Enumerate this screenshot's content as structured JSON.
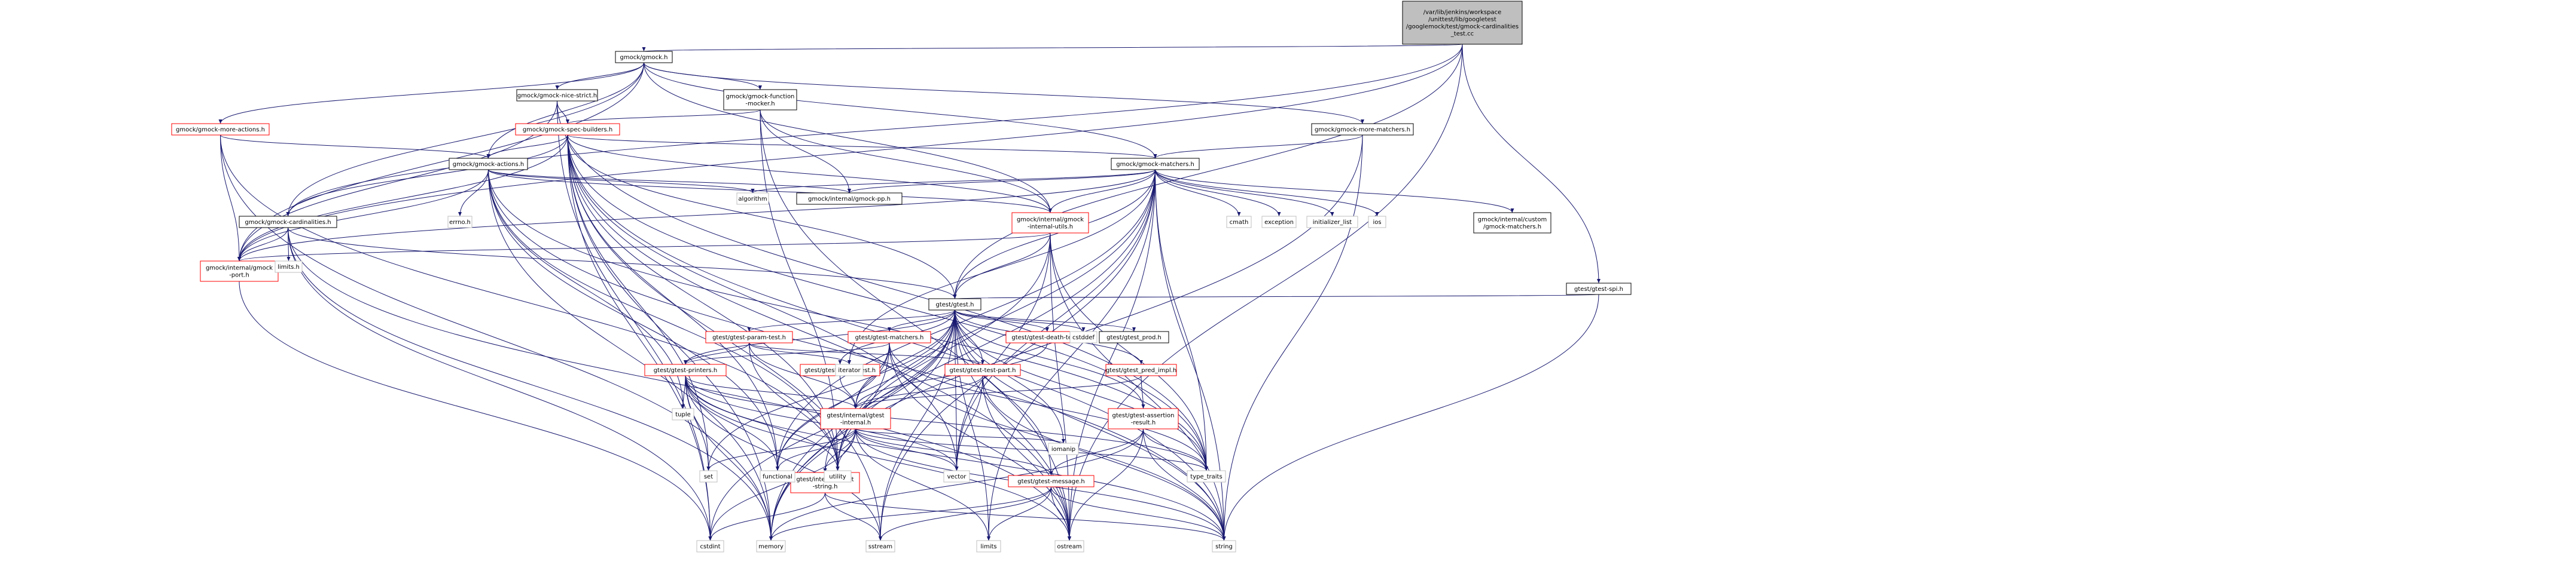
{
  "chart_data": {
    "type": "diagram",
    "title": "",
    "colors": {
      "root_fill": "#bfbfbf",
      "node_fill": "#ffffff",
      "node_border": "#000000",
      "partial_border": "#ff0000",
      "system_border": "#bfbfbf",
      "edge": "#191970",
      "text": "#000000",
      "system_text": "#000000"
    },
    "nodes": [
      {
        "id": "root",
        "lines": [
          "/var/lib/jenkins/workspace",
          "/unittest/lib/googletest",
          "/googlemock/test/gmock-cardinalities",
          "_test.cc"
        ],
        "kind": "root"
      },
      {
        "id": "gmock",
        "lines": [
          "gmock/gmock.h"
        ],
        "kind": "normal"
      },
      {
        "id": "gtest_spi",
        "lines": [
          "gtest/gtest-spi.h"
        ],
        "kind": "normal"
      },
      {
        "id": "nice_strict",
        "lines": [
          "gmock/gmock-nice-strict.h"
        ],
        "kind": "normal"
      },
      {
        "id": "fn_mocker",
        "lines": [
          "gmock/gmock-function",
          "-mocker.h"
        ],
        "kind": "normal"
      },
      {
        "id": "more_actions",
        "lines": [
          "gmock/gmock-more-actions.h"
        ],
        "kind": "partial"
      },
      {
        "id": "more_matchers",
        "lines": [
          "gmock/gmock-more-matchers.h"
        ],
        "kind": "normal"
      },
      {
        "id": "spec_builders",
        "lines": [
          "gmock/gmock-spec-builders.h"
        ],
        "kind": "partial"
      },
      {
        "id": "actions",
        "lines": [
          "gmock/gmock-actions.h"
        ],
        "kind": "normal"
      },
      {
        "id": "matchers",
        "lines": [
          "gmock/gmock-matchers.h"
        ],
        "kind": "normal"
      },
      {
        "id": "cardinalities",
        "lines": [
          "gmock/gmock-cardinalities.h"
        ],
        "kind": "normal"
      },
      {
        "id": "gmock_pp",
        "lines": [
          "gmock/internal/gmock-pp.h"
        ],
        "kind": "normal"
      },
      {
        "id": "internal_utils",
        "lines": [
          "gmock/internal/gmock",
          "-internal-utils.h"
        ],
        "kind": "partial"
      },
      {
        "id": "gmock_port",
        "lines": [
          "gmock/internal/gmock",
          "-port.h"
        ],
        "kind": "partial"
      },
      {
        "id": "custom_matchers",
        "lines": [
          "gmock/internal/custom",
          "/gmock-matchers.h"
        ],
        "kind": "normal"
      },
      {
        "id": "gtest",
        "lines": [
          "gtest/gtest.h"
        ],
        "kind": "normal"
      },
      {
        "id": "param_test",
        "lines": [
          "gtest/gtest-param-test.h"
        ],
        "kind": "partial"
      },
      {
        "id": "gtest_matchers",
        "lines": [
          "gtest/gtest-matchers.h"
        ],
        "kind": "partial"
      },
      {
        "id": "death_test",
        "lines": [
          "gtest/gtest-death-test.h"
        ],
        "kind": "partial"
      },
      {
        "id": "gtest_prod",
        "lines": [
          "gtest/gtest_prod.h"
        ],
        "kind": "normal"
      },
      {
        "id": "test_part",
        "lines": [
          "gtest/gtest-test-part.h"
        ],
        "kind": "partial"
      },
      {
        "id": "pred_impl",
        "lines": [
          "gtest/gtest_pred_impl.h"
        ],
        "kind": "partial"
      },
      {
        "id": "printers",
        "lines": [
          "gtest/gtest-printers.h"
        ],
        "kind": "partial"
      },
      {
        "id": "typed_test",
        "lines": [
          "gtest/gtest-typed-test.h"
        ],
        "kind": "partial"
      },
      {
        "id": "gtest_internal",
        "lines": [
          "gtest/internal/gtest",
          "-internal.h"
        ],
        "kind": "partial"
      },
      {
        "id": "assertion_result",
        "lines": [
          "gtest/gtest-assertion",
          "-result.h"
        ],
        "kind": "partial"
      },
      {
        "id": "gtest_string",
        "lines": [
          "gtest/internal/gtest",
          "-string.h"
        ],
        "kind": "partial"
      },
      {
        "id": "gtest_message",
        "lines": [
          "gtest/gtest-message.h"
        ],
        "kind": "partial"
      },
      {
        "id": "errno",
        "lines": [
          "errno.h"
        ],
        "kind": "system"
      },
      {
        "id": "algorithm",
        "lines": [
          "algorithm"
        ],
        "kind": "system"
      },
      {
        "id": "cmath",
        "lines": [
          "cmath"
        ],
        "kind": "system"
      },
      {
        "id": "exception",
        "lines": [
          "exception"
        ],
        "kind": "system"
      },
      {
        "id": "initializer_list",
        "lines": [
          "initializer_list"
        ],
        "kind": "system"
      },
      {
        "id": "ios",
        "lines": [
          "ios"
        ],
        "kind": "system"
      },
      {
        "id": "limits_h",
        "lines": [
          "limits.h"
        ],
        "kind": "system"
      },
      {
        "id": "cstddef",
        "lines": [
          "cstddef"
        ],
        "kind": "system"
      },
      {
        "id": "iterator",
        "lines": [
          "iterator"
        ],
        "kind": "system"
      },
      {
        "id": "tuple",
        "lines": [
          "tuple"
        ],
        "kind": "system"
      },
      {
        "id": "set",
        "lines": [
          "set"
        ],
        "kind": "system"
      },
      {
        "id": "functional",
        "lines": [
          "functional"
        ],
        "kind": "system"
      },
      {
        "id": "utility",
        "lines": [
          "utility"
        ],
        "kind": "system"
      },
      {
        "id": "vector",
        "lines": [
          "vector"
        ],
        "kind": "system"
      },
      {
        "id": "iomanip",
        "lines": [
          "iomanip"
        ],
        "kind": "system"
      },
      {
        "id": "type_traits",
        "lines": [
          "type_traits"
        ],
        "kind": "system"
      },
      {
        "id": "cstdint",
        "lines": [
          "cstdint"
        ],
        "kind": "system"
      },
      {
        "id": "memory",
        "lines": [
          "memory"
        ],
        "kind": "system"
      },
      {
        "id": "sstream",
        "lines": [
          "sstream"
        ],
        "kind": "system"
      },
      {
        "id": "limits",
        "lines": [
          "limits"
        ],
        "kind": "system"
      },
      {
        "id": "ostream",
        "lines": [
          "ostream"
        ],
        "kind": "system"
      },
      {
        "id": "string",
        "lines": [
          "string"
        ],
        "kind": "system"
      }
    ],
    "edges": [
      [
        "root",
        "gmock"
      ],
      [
        "root",
        "gtest_spi"
      ],
      [
        "root",
        "gmock_port"
      ],
      [
        "root",
        "cardinalities"
      ],
      [
        "root",
        "ostream"
      ],
      [
        "root",
        "gtest"
      ],
      [
        "gmock",
        "nice_strict"
      ],
      [
        "gmock",
        "fn_mocker"
      ],
      [
        "gmock",
        "more_actions"
      ],
      [
        "gmock",
        "more_matchers"
      ],
      [
        "gmock",
        "actions"
      ],
      [
        "gmock",
        "matchers"
      ],
      [
        "gmock",
        "cardinalities"
      ],
      [
        "gmock",
        "internal_utils"
      ],
      [
        "gmock",
        "gmock_port"
      ],
      [
        "gtest_spi",
        "gtest"
      ],
      [
        "gtest_spi",
        "string"
      ],
      [
        "nice_strict",
        "spec_builders"
      ],
      [
        "nice_strict",
        "gmock_port"
      ],
      [
        "nice_strict",
        "cstdint"
      ],
      [
        "nice_strict",
        "type_traits"
      ],
      [
        "fn_mocker",
        "spec_builders"
      ],
      [
        "fn_mocker",
        "internal_utils"
      ],
      [
        "fn_mocker",
        "gmock_pp"
      ],
      [
        "fn_mocker",
        "utility"
      ],
      [
        "fn_mocker",
        "ostream"
      ],
      [
        "more_actions",
        "actions"
      ],
      [
        "more_actions",
        "gmock_port"
      ],
      [
        "more_actions",
        "memory"
      ],
      [
        "more_actions",
        "utility"
      ],
      [
        "more_matchers",
        "matchers"
      ],
      [
        "more_matchers",
        "memory"
      ],
      [
        "more_matchers",
        "string"
      ],
      [
        "spec_builders",
        "actions"
      ],
      [
        "spec_builders",
        "cardinalities"
      ],
      [
        "spec_builders",
        "matchers"
      ],
      [
        "spec_builders",
        "internal_utils"
      ],
      [
        "spec_builders",
        "gmock_port"
      ],
      [
        "spec_builders",
        "gtest"
      ],
      [
        "spec_builders",
        "cstdint"
      ],
      [
        "spec_builders",
        "functional"
      ],
      [
        "spec_builders",
        "memory"
      ],
      [
        "spec_builders",
        "set"
      ],
      [
        "spec_builders",
        "sstream"
      ],
      [
        "spec_builders",
        "string"
      ],
      [
        "spec_builders",
        "type_traits"
      ],
      [
        "spec_builders",
        "utility"
      ],
      [
        "spec_builders",
        "vector"
      ],
      [
        "spec_builders",
        "ostream"
      ],
      [
        "actions",
        "errno"
      ],
      [
        "actions",
        "algorithm"
      ],
      [
        "actions",
        "functional"
      ],
      [
        "actions",
        "memory"
      ],
      [
        "actions",
        "string"
      ],
      [
        "actions",
        "tuple"
      ],
      [
        "actions",
        "type_traits"
      ],
      [
        "actions",
        "utility"
      ],
      [
        "actions",
        "internal_utils"
      ],
      [
        "actions",
        "gmock_port"
      ],
      [
        "actions",
        "gmock_pp"
      ],
      [
        "matchers",
        "algorithm"
      ],
      [
        "matchers",
        "cmath"
      ],
      [
        "matchers",
        "exception"
      ],
      [
        "matchers",
        "functional"
      ],
      [
        "matchers",
        "initializer_list"
      ],
      [
        "matchers",
        "ios"
      ],
      [
        "matchers",
        "iterator"
      ],
      [
        "matchers",
        "limits"
      ],
      [
        "matchers",
        "memory"
      ],
      [
        "matchers",
        "ostream"
      ],
      [
        "matchers",
        "sstream"
      ],
      [
        "matchers",
        "string"
      ],
      [
        "matchers",
        "type_traits"
      ],
      [
        "matchers",
        "utility"
      ],
      [
        "matchers",
        "vector"
      ],
      [
        "matchers",
        "internal_utils"
      ],
      [
        "matchers",
        "gmock_port"
      ],
      [
        "matchers",
        "gmock_pp"
      ],
      [
        "matchers",
        "gtest"
      ],
      [
        "matchers",
        "custom_matchers"
      ],
      [
        "cardinalities",
        "limits_h"
      ],
      [
        "cardinalities",
        "cstdint"
      ],
      [
        "cardinalities",
        "memory"
      ],
      [
        "cardinalities",
        "ostream"
      ],
      [
        "cardinalities",
        "gmock_port"
      ],
      [
        "cardinalities",
        "gtest"
      ],
      [
        "internal_utils",
        "gmock_port"
      ],
      [
        "internal_utils",
        "gtest"
      ],
      [
        "internal_utils",
        "ostream"
      ],
      [
        "internal_utils",
        "string"
      ],
      [
        "internal_utils",
        "type_traits"
      ],
      [
        "internal_utils",
        "vector"
      ],
      [
        "internal_utils",
        "utility"
      ],
      [
        "gmock_port",
        "cstdint"
      ],
      [
        "gtest",
        "cstddef"
      ],
      [
        "gtest",
        "cstdint"
      ],
      [
        "gtest",
        "iomanip"
      ],
      [
        "gtest",
        "limits"
      ],
      [
        "gtest",
        "memory"
      ],
      [
        "gtest",
        "ostream"
      ],
      [
        "gtest",
        "set"
      ],
      [
        "gtest",
        "sstream"
      ],
      [
        "gtest",
        "string"
      ],
      [
        "gtest",
        "type_traits"
      ],
      [
        "gtest",
        "vector"
      ],
      [
        "gtest",
        "assertion_result"
      ],
      [
        "gtest",
        "death_test"
      ],
      [
        "gtest",
        "gtest_matchers"
      ],
      [
        "gtest",
        "gtest_message"
      ],
      [
        "gtest",
        "param_test"
      ],
      [
        "gtest",
        "printers"
      ],
      [
        "gtest",
        "test_part"
      ],
      [
        "gtest",
        "typed_test"
      ],
      [
        "gtest",
        "gtest_prod"
      ],
      [
        "gtest",
        "pred_impl"
      ],
      [
        "gtest",
        "gtest_internal"
      ],
      [
        "gtest",
        "gtest_string"
      ],
      [
        "gtest",
        "functional"
      ],
      [
        "gtest",
        "utility"
      ],
      [
        "param_test",
        "iterator"
      ],
      [
        "param_test",
        "utility"
      ],
      [
        "param_test",
        "gtest_internal"
      ],
      [
        "param_test",
        "printers"
      ],
      [
        "param_test",
        "test_part"
      ],
      [
        "gtest_matchers",
        "functional"
      ],
      [
        "gtest_matchers",
        "memory"
      ],
      [
        "gtest_matchers",
        "ostream"
      ],
      [
        "gtest_matchers",
        "string"
      ],
      [
        "gtest_matchers",
        "type_traits"
      ],
      [
        "gtest_matchers",
        "printers"
      ],
      [
        "gtest_matchers",
        "gtest_internal"
      ],
      [
        "death_test",
        "gtest_internal"
      ],
      [
        "test_part",
        "iosfwd_skip"
      ],
      [
        "test_part",
        "ostream"
      ],
      [
        "test_part",
        "string"
      ],
      [
        "test_part",
        "vector"
      ],
      [
        "test_part",
        "gtest_internal"
      ],
      [
        "pred_impl",
        "assertion_result"
      ],
      [
        "pred_impl",
        "gtest_internal"
      ],
      [
        "printers",
        "functional"
      ],
      [
        "printers",
        "memory"
      ],
      [
        "printers",
        "ostream"
      ],
      [
        "printers",
        "sstream"
      ],
      [
        "printers",
        "string"
      ],
      [
        "printers",
        "tuple"
      ],
      [
        "printers",
        "type_traits"
      ],
      [
        "printers",
        "utility"
      ],
      [
        "printers",
        "vector"
      ],
      [
        "printers",
        "gtest_internal"
      ],
      [
        "printers",
        "set"
      ],
      [
        "typed_test",
        "gtest_internal"
      ],
      [
        "gtest_internal",
        "gtest_message"
      ],
      [
        "gtest_internal",
        "gtest_string"
      ],
      [
        "gtest_internal",
        "cstdint"
      ],
      [
        "gtest_internal",
        "functional"
      ],
      [
        "gtest_internal",
        "iomanip"
      ],
      [
        "gtest_internal",
        "limits"
      ],
      [
        "gtest_internal",
        "map_skip"
      ],
      [
        "gtest_internal",
        "set"
      ],
      [
        "gtest_internal",
        "string"
      ],
      [
        "gtest_internal",
        "type_traits"
      ],
      [
        "gtest_internal",
        "utility"
      ],
      [
        "gtest_internal",
        "vector"
      ],
      [
        "assertion_result",
        "memory"
      ],
      [
        "assertion_result",
        "ostream"
      ],
      [
        "assertion_result",
        "string"
      ],
      [
        "assertion_result",
        "type_traits"
      ],
      [
        "assertion_result",
        "gtest_message"
      ],
      [
        "gtest_string",
        "cstdint"
      ],
      [
        "gtest_string",
        "sstream"
      ],
      [
        "gtest_string",
        "string"
      ],
      [
        "gtest_message",
        "limits"
      ],
      [
        "gtest_message",
        "memory"
      ],
      [
        "gtest_message",
        "ostream"
      ],
      [
        "gtest_message",
        "sstream"
      ],
      [
        "gtest_message",
        "string"
      ]
    ]
  }
}
